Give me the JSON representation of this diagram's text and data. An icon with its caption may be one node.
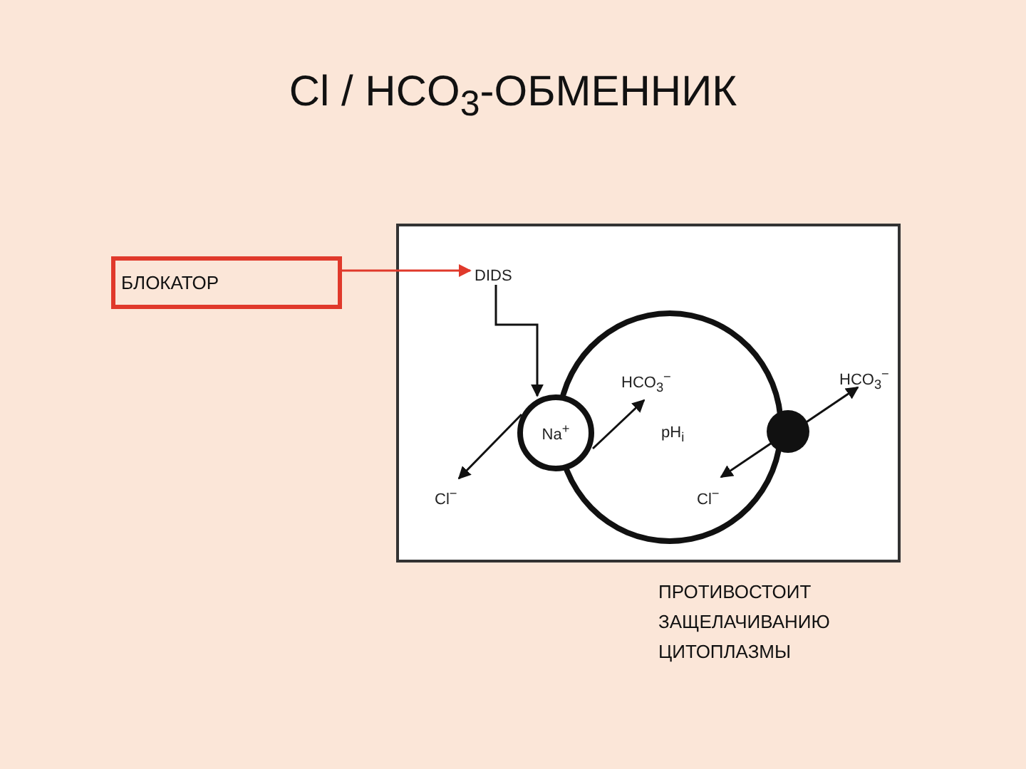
{
  "diagram": {
    "title": "Cl / HCO$_{3}$-ОБМЕННИК",
    "nodes": [
      {
        "text": [
          "БЛОКАТОР"
        ]
      },
      {
        "text": [
          "DIDS"
        ]
      },
      {
        "text": [
          "pH$_{i}$"
        ]
      },
      {
        "text": [
          "Na$^{+}$"
        ]
      },
      {
        "text": [],
        "shape": "circle"
      },
      {
        "text": [
          "HCO$_{3}$$^{−}$"
        ],
        "in": 2
      },
      {
        "text": [
          "Cl$^{−}$"
        ]
      },
      {
        "text": [
          "HCO$_{3}$$^{−}$"
        ]
      },
      {
        "text": [
          "Cl$^{−}$"
        ],
        "in": 2
      }
    ],
    "edges": [
      {
        "from": 0,
        "to": 1,
        "arrow": "to",
        "color": "#e0392b"
      },
      {
        "from": 1,
        "to": 3,
        "arrow": "to"
      },
      {
        "from": 3,
        "to": 6,
        "arrow": "to"
      },
      {
        "from": 3,
        "to": 5,
        "arrow": "to"
      },
      {
        "from": 4,
        "to": 8,
        "arrow": "to"
      },
      {
        "from": 4,
        "to": 7,
        "arrow": "to"
      }
    ],
    "labels": [
      "ПРОТИВОСТОИТ ЗАЩЕЛАЧИВАНИЮ ЦИТОПЛАЗМЫ"
    ]
  }
}
